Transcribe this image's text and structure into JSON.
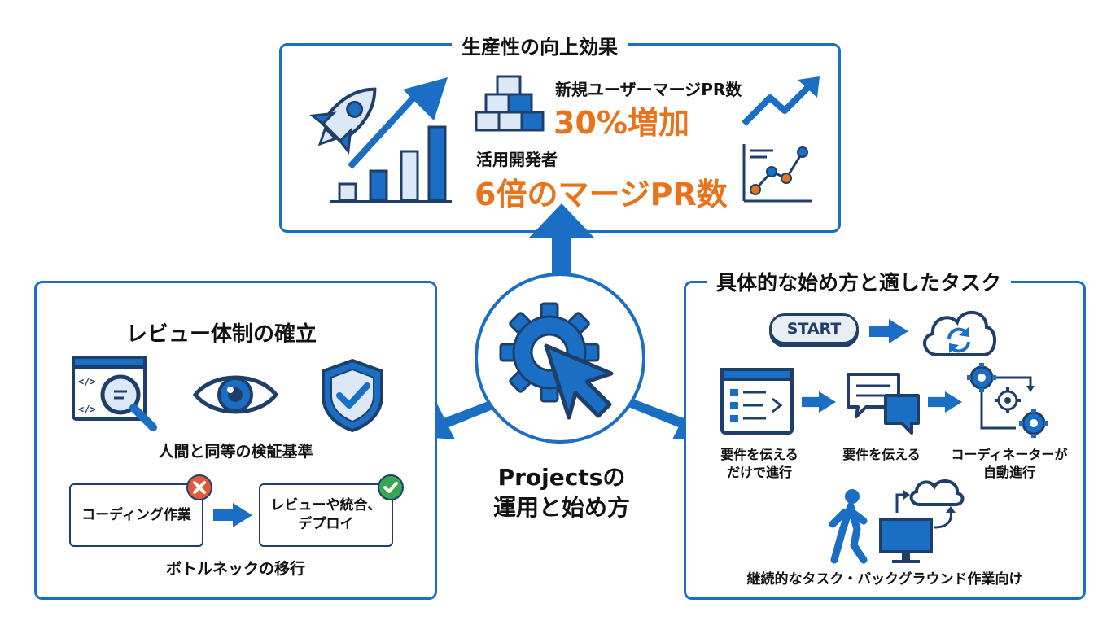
{
  "top": {
    "title": "生産性の向上効果",
    "stat1_label": "新規ユーザーマージPR数",
    "stat1_value": "30%増加",
    "stat2_label": "活用開発者",
    "stat2_value": "6倍のマージPR数"
  },
  "center": {
    "title_line1": "Projectsの",
    "title_line2": "運用と始め方"
  },
  "left": {
    "title": "レビュー体制の確立",
    "caption1": "人間と同等の検証基準",
    "box_coding": "コーディング作業",
    "box_review_line1": "レビューや統合、",
    "box_review_line2": "デプロイ",
    "caption2": "ボトルネックの移行"
  },
  "right": {
    "title": "具体的な始め方と適したタスク",
    "start_label": "START",
    "step1_line1": "要件を伝える",
    "step1_line2": "だけで進行",
    "step2": "要件を伝える",
    "step3_line1": "コーディネーターが",
    "step3_line2": "自動進行",
    "caption": "継続的なタスク・バックグラウンド作業向け"
  },
  "colors": {
    "blue": "#1a6fc4",
    "navy": "#1f3f6b",
    "orange": "#e8731a",
    "light": "#dce8f5",
    "red": "#e05a3a",
    "green": "#3aa655"
  }
}
